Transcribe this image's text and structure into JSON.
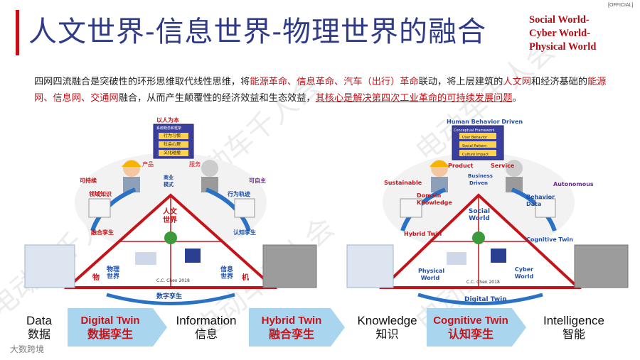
{
  "header": {
    "title": "人文世界-信息世界-物理世界的融合",
    "subtitle_en": [
      "Social World-",
      "Cyber World-",
      "Physical World"
    ],
    "official": "[OFFICIAL]"
  },
  "description": {
    "p1": "四网四流融合是突破性的环形思维取代线性思维，将",
    "r1": "能源革命、信息革命、汽车（出行）革命",
    "p2": "联动，将上层建筑的",
    "r2": "人文网",
    "p3": "和经济基础的",
    "r3": "能源网、信息网、交通网",
    "p4": "融合，从而产生颠覆性的经济效益和生态效益，",
    "r4": "其核心是解决第四次工业革命的可持续发展问题",
    "p5": "。"
  },
  "left_diagram": {
    "top_label": "以人为本",
    "box_lines": [
      "系统概念和框架",
      "行为习惯",
      "社会心理",
      "文化碰撞"
    ],
    "product": "产品",
    "service": "服务",
    "center": "商业模式",
    "sustainable": "可持续",
    "autonomous": "可自主",
    "domain_knowledge": "领域知识",
    "behavior_data": "行为轨迹",
    "hybrid_twin": "融合孪生",
    "cognitive_twin": "认知孪生",
    "social_world": "人文世界",
    "physical_world": "物理世界",
    "cyber_world": "信息世界",
    "digital_twin": "数字孪生",
    "wu": "物",
    "ji": "机",
    "credit": "C.C. Chen 2018"
  },
  "right_diagram": {
    "top_label": "Human Behavior Driven",
    "box_lines": [
      "Conceptual Framework",
      "User Behavior",
      "Social Pattern",
      "Culture Impact"
    ],
    "product": "Product",
    "service": "Service",
    "center": "Business Driven",
    "sustainable": "Sustainable",
    "autonomous": "Autonomous",
    "domain_knowledge": "Domain Knowledge",
    "behavior_data": "Behavior Data",
    "hybrid_twin": "Hybrid Twin",
    "cognitive_twin": "Cognitive Twin",
    "social_world": "Social World",
    "physical_world": "Physical World",
    "cyber_world": "Cyber World",
    "digital_twin": "Digital Twin",
    "credit": "C.C. Chen 2018"
  },
  "stages": [
    {
      "en": "Data",
      "zh": "数据",
      "highlight": false
    },
    {
      "en": "Digital Twin",
      "zh": "数据孪生",
      "highlight": true
    },
    {
      "en": "Information",
      "zh": "信息",
      "highlight": false
    },
    {
      "en": "Hybrid Twin",
      "zh": "融合孪生",
      "highlight": true
    },
    {
      "en": "Knowledge",
      "zh": "知识",
      "highlight": false
    },
    {
      "en": "Cognitive Twin",
      "zh": "认知孪生",
      "highlight": true
    },
    {
      "en": "Intelligence",
      "zh": "智能",
      "highlight": false
    }
  ],
  "footer": "大数跨境",
  "watermark": "电动车千人会",
  "colors": {
    "title": "#2f3b86",
    "accent_red": "#c40f14",
    "arrow_blue": "#aad5ef",
    "diagram_blue": "#1f4fa8"
  }
}
